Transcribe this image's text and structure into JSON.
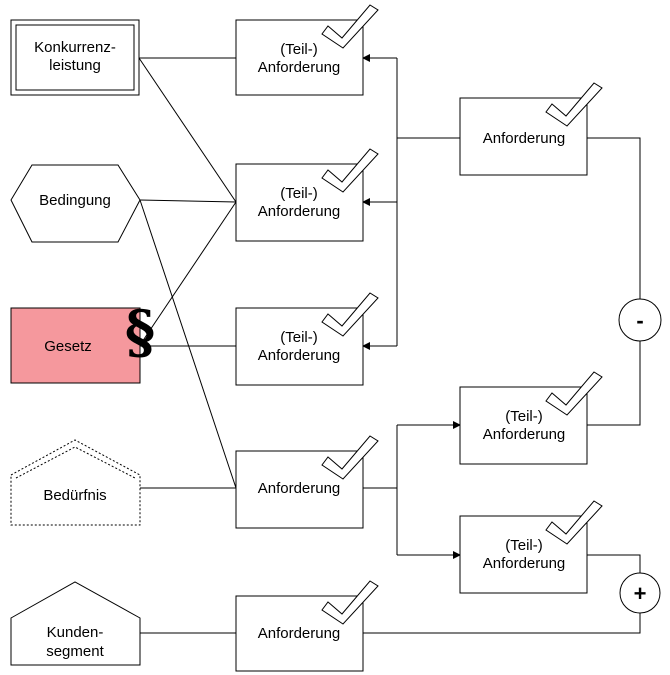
{
  "sources": {
    "konkurrenz": {
      "line1": "Konkurrenz-",
      "line2": "leistung"
    },
    "bedingung": {
      "label": "Bedingung"
    },
    "gesetz": {
      "label": "Gesetz",
      "symbol": "§",
      "fill": "#f5989d"
    },
    "beduerfnis": {
      "label": "Bedürfnis"
    },
    "kunden": {
      "line1": "Kunden-",
      "line2": "segment"
    }
  },
  "middle": {
    "teil1": {
      "line1": "(Teil-)",
      "line2": "Anforderung"
    },
    "teil2": {
      "line1": "(Teil-)",
      "line2": "Anforderung"
    },
    "teil3": {
      "line1": "(Teil-)",
      "line2": "Anforderung"
    },
    "anf4": {
      "label": "Anforderung"
    },
    "anf5": {
      "label": "Anforderung"
    }
  },
  "right": {
    "anf_top": {
      "label": "Anforderung"
    },
    "teil_a": {
      "line1": "(Teil-)",
      "line2": "Anforderung"
    },
    "teil_b": {
      "line1": "(Teil-)",
      "line2": "Anforderung"
    }
  },
  "operators": {
    "minus": "-",
    "plus": "+"
  }
}
